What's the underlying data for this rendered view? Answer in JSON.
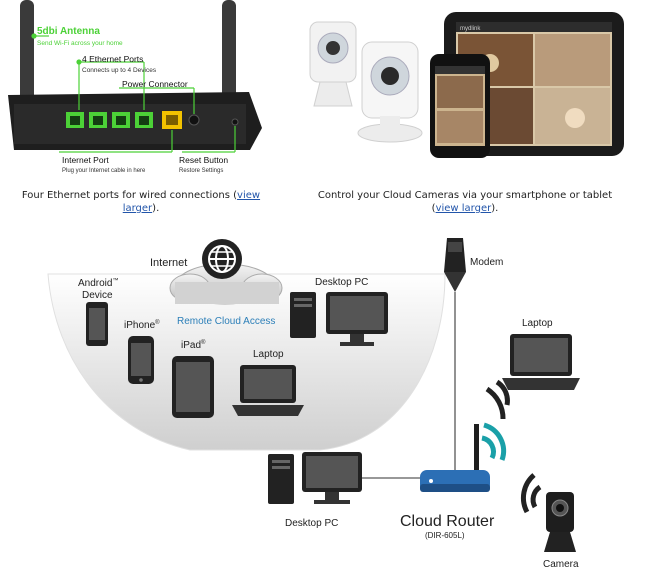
{
  "router_photo": {
    "antenna_title": "5dbi Antenna",
    "antenna_sub": "Send Wi-Fi across your home",
    "ethernet_title": "4 Ethernet Ports",
    "ethernet_sub": "Connects up to 4 Devices",
    "power_title": "Power Connector",
    "internet_title": "Internet Port",
    "internet_sub": "Plug your Internet cable in here",
    "reset_title": "Reset Button",
    "reset_sub": "Restore Settings"
  },
  "camera_photo": {
    "tablet_app_label": "mydlink"
  },
  "captions": {
    "left_text": "Four Ethernet ports for wired connections (",
    "left_link": "view larger",
    "left_end": ").",
    "right_text": "Control your Cloud Cameras via your smartphone or tablet",
    "right_open": "(",
    "right_link": "view larger",
    "right_end": ")."
  },
  "diagram": {
    "internet": "Internet",
    "remote_access": "Remote Cloud Access",
    "android_line1": "Android",
    "android_tm": "™",
    "android_line2": "Device",
    "iphone": "iPhone",
    "iphone_reg": "®",
    "ipad": "iPad",
    "ipad_reg": "®",
    "laptop_inner": "Laptop",
    "desktop_top": "Desktop PC",
    "modem": "Modem",
    "laptop_right": "Laptop",
    "desktop_bottom": "Desktop PC",
    "router_name": "Cloud Router",
    "router_model": "(DIR-605L)",
    "camera": "Camera"
  },
  "colors": {
    "ethernet_green": "#4cd137",
    "internet_yellow": "#f2c200",
    "wifi_teal": "#1aa0a8",
    "router_blue": "#2c6fb5",
    "dark_device": "#2b2b2b"
  }
}
